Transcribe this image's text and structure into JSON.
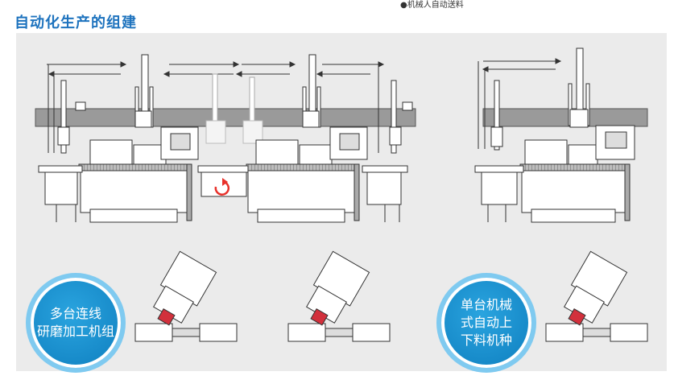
{
  "header": {
    "top_note": "●机械人自动送料",
    "title": "自动化生产的组建"
  },
  "badges": {
    "multi_line1": "多台连线",
    "multi_line2": "研磨加工机组",
    "single_line1": "单台机械",
    "single_line2": "式自动上",
    "single_line3": "下料机种"
  },
  "colors": {
    "title": "#1e73be",
    "badge": "#1689c8",
    "panel_bg": "#ebebeb",
    "rotate_arrow": "#e8312b",
    "gripper_accent": "#d2303c"
  }
}
